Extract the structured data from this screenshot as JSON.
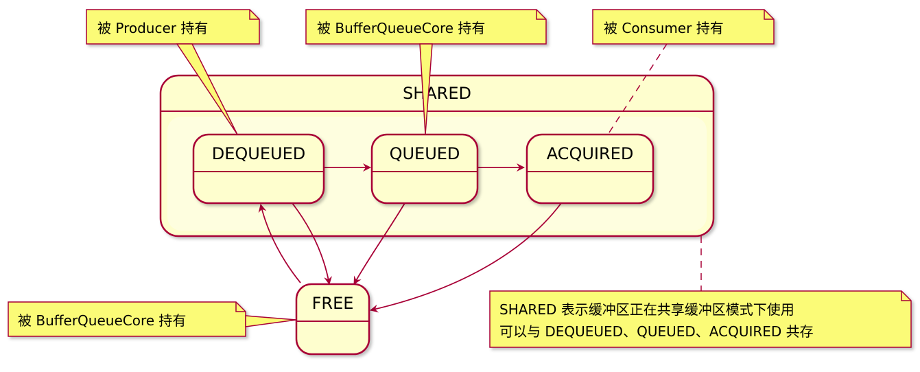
{
  "composite": {
    "label": "SHARED"
  },
  "states": {
    "dequeued": "DEQUEUED",
    "queued": "QUEUED",
    "acquired": "ACQUIRED",
    "free": "FREE"
  },
  "notes": {
    "producer": "被 Producer 持有",
    "core_top": "被 BufferQueueCore 持有",
    "consumer": "被 Consumer 持有",
    "core_free": "被 BufferQueueCore 持有",
    "shared_line1": "SHARED 表示缓冲区正在共享缓冲区模式下使用",
    "shared_line2": "可以与 DEQUEUED、QUEUED、ACQUIRED 共存"
  },
  "colors": {
    "border": "#A80036",
    "state_fill": "#FEFECE",
    "note_fill": "#FBFB77",
    "inner_fill": "#FFFFFF"
  }
}
